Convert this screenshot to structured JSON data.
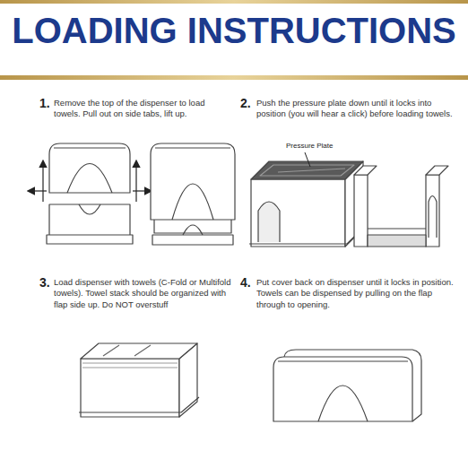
{
  "diagram": {
    "title": "LOADING INSTRUCTIONS",
    "labels": [
      "1.",
      "Remove the top of the dispenser to load towels. Pull out on side tabs, lift up.",
      "2.",
      "Push the pressure plate down until it locks into position (you will hear a click) before loading towels.",
      "Pressure Plate",
      "3.",
      "Load dispenser with towels (C-Fold or Multifold towels). Towel stack should be organized with flap side up. Do NOT overstuff",
      "4.",
      "Put cover back on dispenser until it locks in position. Towels can be dispensed by pulling on the flap through to opening."
    ]
  }
}
